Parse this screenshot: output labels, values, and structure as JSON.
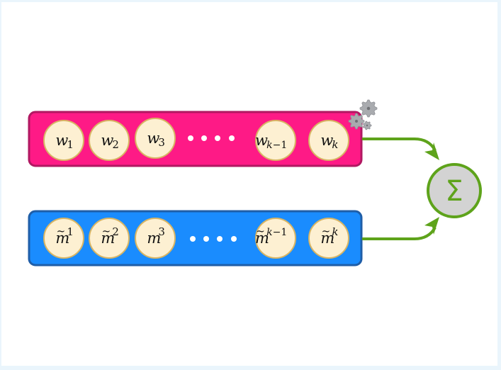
{
  "diagram": {
    "title": "",
    "weights_row": {
      "name": "weights",
      "color": "#fe1a86",
      "border_color": "#b11862",
      "nodes": [
        {
          "base": "w",
          "sub": "1",
          "sup": "",
          "tilde": false
        },
        {
          "base": "w",
          "sub": "2",
          "sup": "",
          "tilde": false
        },
        {
          "base": "w",
          "sub": "3",
          "sup": "",
          "tilde": false
        },
        {
          "base": "w",
          "sub": "k−1",
          "sup": "",
          "tilde": false
        },
        {
          "base": "w",
          "sub": "k",
          "sup": "",
          "tilde": false
        }
      ],
      "ellipsis": "••••"
    },
    "models_row": {
      "name": "models",
      "color": "#1a8cfe",
      "border_color": "#1f5ea8",
      "nodes": [
        {
          "base": "m",
          "sub": "",
          "sup": "1",
          "tilde": true
        },
        {
          "base": "m",
          "sub": "",
          "sup": "2",
          "tilde": true
        },
        {
          "base": "m",
          "sub": "",
          "sup": "3",
          "tilde": false
        },
        {
          "base": "m",
          "sub": "",
          "sup": "k−1",
          "tilde": true
        },
        {
          "base": "m",
          "sub": "",
          "sup": "k",
          "tilde": true
        }
      ],
      "ellipsis": "••••"
    },
    "node_fill": "#fdf0d2",
    "node_stroke": "#d8b564",
    "sum_node": {
      "symbol": "Σ",
      "fill": "#d3d3d3",
      "stroke": "#5ea31b"
    },
    "arrow_color": "#5ea31b",
    "gears_icon": "gears-icon",
    "gear_color": "#a9abaf"
  }
}
